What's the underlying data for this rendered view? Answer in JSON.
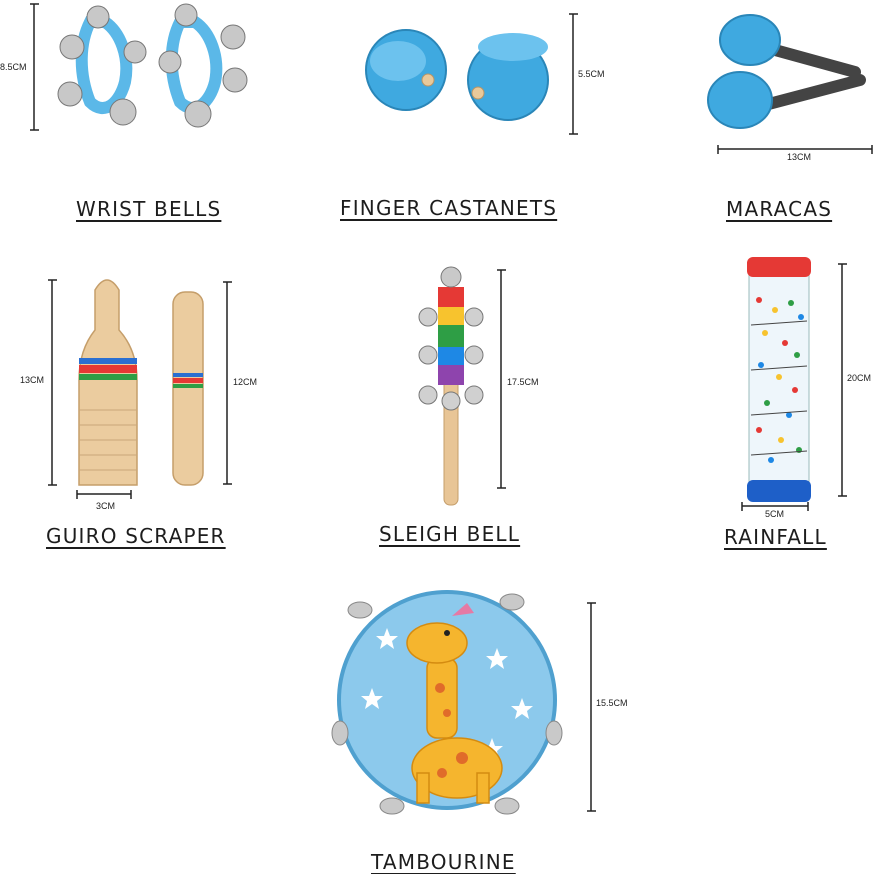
{
  "items": {
    "wrist_bells": {
      "name": "WRIST BELLS",
      "size": "8.5CM"
    },
    "finger_castanets": {
      "name": "FINGER CASTANETS",
      "size": "5.5CM"
    },
    "maracas": {
      "name": "MARACAS",
      "size": "13CM"
    },
    "guiro_scraper": {
      "name": "GUIRO SCRAPER",
      "size_height": "13CM",
      "size_width": "3CM",
      "size_stick": "12CM"
    },
    "sleigh_bell": {
      "name": "SLEIGH BELL",
      "size": "17.5CM"
    },
    "rainfall": {
      "name": "RAINFALL",
      "size_height": "20CM",
      "size_width": "5CM"
    },
    "tambourine": {
      "name": "TAMBOURINE",
      "size": "15.5CM"
    }
  },
  "colors": {
    "toy_blue": "#3fa9e0",
    "wood": "#e9c99a",
    "silver": "#c9c9c9",
    "tambourine_bg": "#8cc9ec",
    "giraffe": "#f5b52e"
  }
}
